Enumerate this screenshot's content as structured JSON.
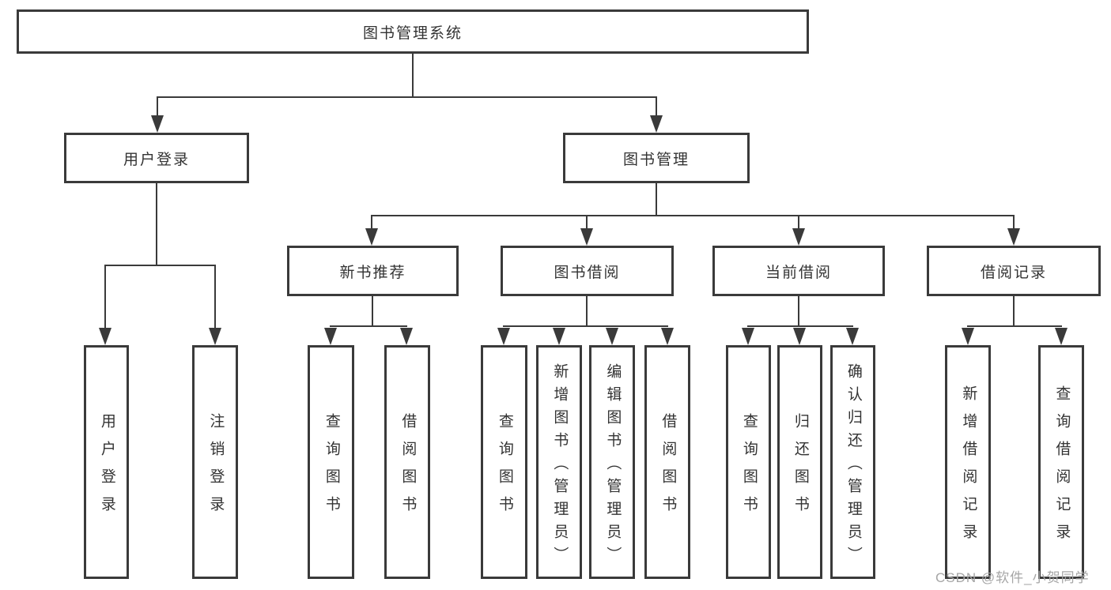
{
  "diagram": {
    "type": "tree",
    "root": {
      "label": "图书管理系统",
      "children": [
        {
          "label": "用户登录",
          "children": [
            {
              "label": "用户登录"
            },
            {
              "label": "注销登录"
            }
          ]
        },
        {
          "label": "图书管理",
          "children": [
            {
              "label": "新书推荐",
              "children": [
                {
                  "label": "查询图书"
                },
                {
                  "label": "借阅图书"
                }
              ]
            },
            {
              "label": "图书借阅",
              "children": [
                {
                  "label": "查询图书"
                },
                {
                  "label": "新增图书（管理员）"
                },
                {
                  "label": "编辑图书（管理员）"
                },
                {
                  "label": "借阅图书"
                }
              ]
            },
            {
              "label": "当前借阅",
              "children": [
                {
                  "label": "查询图书"
                },
                {
                  "label": "归还图书"
                },
                {
                  "label": "确认归还（管理员）"
                }
              ]
            },
            {
              "label": "借阅记录",
              "children": [
                {
                  "label": "新增借阅记录"
                },
                {
                  "label": "查询借阅记录"
                }
              ]
            }
          ]
        }
      ]
    },
    "colors": {
      "line": "#3a3a3a",
      "box_border": "#3a3a3a",
      "text": "#333333",
      "watermark": "#a6a6a6",
      "background": "#ffffff"
    }
  },
  "watermark": {
    "text": "CSDN @软件_小贺同学"
  }
}
